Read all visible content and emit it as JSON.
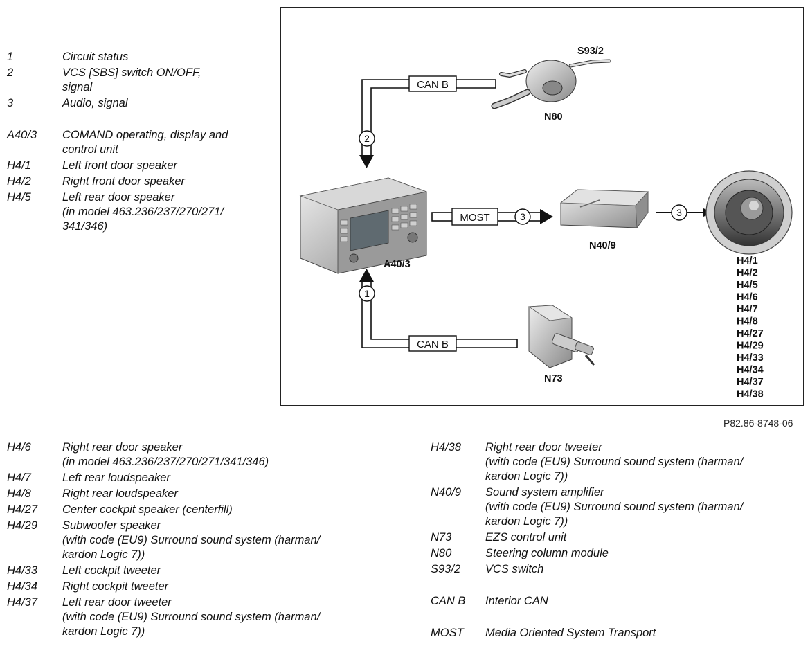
{
  "legend_top": [
    {
      "code": "1",
      "desc": [
        "Circuit status"
      ]
    },
    {
      "code": "2",
      "desc": [
        "VCS [SBS] switch ON/OFF,",
        "signal"
      ]
    },
    {
      "code": "3",
      "desc": [
        "Audio, signal"
      ]
    },
    {
      "code": "A40/3",
      "desc": [
        "COMAND operating, display and",
        "control unit"
      ]
    },
    {
      "code": "H4/1",
      "desc": [
        "Left front door speaker"
      ]
    },
    {
      "code": "H4/2",
      "desc": [
        "Right front door speaker"
      ]
    },
    {
      "code": "H4/5",
      "desc": [
        "Left rear door speaker",
        "(in model 463.236/237/270/271/",
        "341/346)"
      ]
    }
  ],
  "legend_bottom_left": [
    {
      "code": "H4/6",
      "desc": [
        "Right rear door speaker",
        "(in model 463.236/237/270/271/341/346)"
      ]
    },
    {
      "code": "H4/7",
      "desc": [
        "Left rear loudspeaker"
      ]
    },
    {
      "code": "H4/8",
      "desc": [
        "Right rear loudspeaker"
      ]
    },
    {
      "code": "H4/27",
      "desc": [
        "Center cockpit speaker (centerfill)"
      ]
    },
    {
      "code": "H4/29",
      "desc": [
        "Subwoofer speaker",
        "(with code (EU9) Surround sound system (harman/",
        "kardon Logic 7))"
      ]
    },
    {
      "code": "H4/33",
      "desc": [
        "Left cockpit tweeter"
      ]
    },
    {
      "code": "H4/34",
      "desc": [
        "Right cockpit tweeter"
      ]
    },
    {
      "code": "H4/37",
      "desc": [
        "Left rear door tweeter",
        "(with code (EU9) Surround sound system (harman/",
        "kardon Logic 7))"
      ]
    }
  ],
  "legend_bottom_right": [
    {
      "code": "H4/38",
      "desc": [
        "Right rear door tweeter",
        "(with code (EU9) Surround sound system (harman/",
        "kardon Logic 7))"
      ]
    },
    {
      "code": "N40/9",
      "desc": [
        "Sound system amplifier",
        "(with code (EU9) Surround sound system (harman/",
        "kardon Logic 7))"
      ]
    },
    {
      "code": "N73",
      "desc": [
        "EZS control unit"
      ]
    },
    {
      "code": "N80",
      "desc": [
        "Steering column module"
      ]
    },
    {
      "code": "S93/2",
      "desc": [
        "VCS switch"
      ]
    },
    {
      "code": "CAN B",
      "desc": [
        "Interior CAN"
      ]
    },
    {
      "code": "MOST",
      "desc": [
        "Media Oriented System Transport"
      ]
    }
  ],
  "diagram": {
    "components": {
      "comand": "A40/3",
      "steering": "N80",
      "switch": "S93/2",
      "amplifier": "N40/9",
      "ezs": "N73"
    },
    "bus_top": "CAN B",
    "bus_bottom": "CAN B",
    "bus_most": "MOST",
    "signal_1": "1",
    "signal_2": "2",
    "signal_3a": "3",
    "signal_3b": "3",
    "speakers": [
      "H4/1",
      "H4/2",
      "H4/5",
      "H4/6",
      "H4/7",
      "H4/8",
      "H4/27",
      "H4/29",
      "H4/33",
      "H4/34",
      "H4/37",
      "H4/38"
    ]
  },
  "figure_ref": "P82.86-8748-06"
}
